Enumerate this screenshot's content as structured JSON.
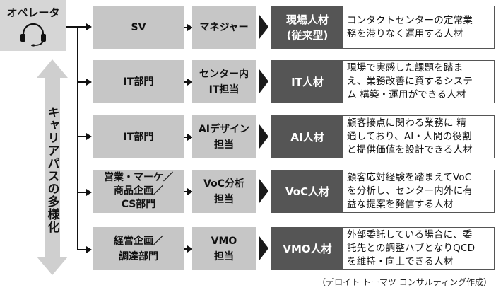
{
  "operator": {
    "label": "オペレータ",
    "icon": "headset-icon"
  },
  "career_label": "キャリアパスの多様化",
  "rows": [
    {
      "dept": "SV",
      "role": "マネジャー",
      "talent": "現場人材\n(従来型)",
      "desc": "コンタクトセンターの定常業\n務を滞りなく運用する人材"
    },
    {
      "dept": "IT部門",
      "role": "センター内\nIT担当",
      "talent": "IT人材",
      "desc": "現場で実感した課題を踏ま\nえ、業務改善に資するシステ\nム 構築・運用ができる人材"
    },
    {
      "dept": "IT部門",
      "role": "AIデザイン\n担当",
      "talent": "AI人材",
      "desc": "顧客接点に関わる業務に 精\n通しており、AI・人間の役割\nと提供価値を設計できる人材"
    },
    {
      "dept": "営業・マーケ／\n商品企画／\nCS部門",
      "role": "VoC分析\n担当",
      "talent": "VoC人材",
      "desc": "顧客応対経験を踏まえてVoC\nを分析し、センター内外に有\n益な提案を発信する人材"
    },
    {
      "dept": "経営企画／\n調達部門",
      "role": "VMO\n担当",
      "talent": "VMO人材",
      "desc": "外部委託している場合に、委\n託先との調整ハブとなりQCD\nを維持・向上できる人材"
    }
  ],
  "source": "（デロイト トーマツ コンサルティング作成）",
  "colors": {
    "box": "#c6c6c6",
    "talent": "#555555",
    "arrow": "#cfcfcf"
  }
}
